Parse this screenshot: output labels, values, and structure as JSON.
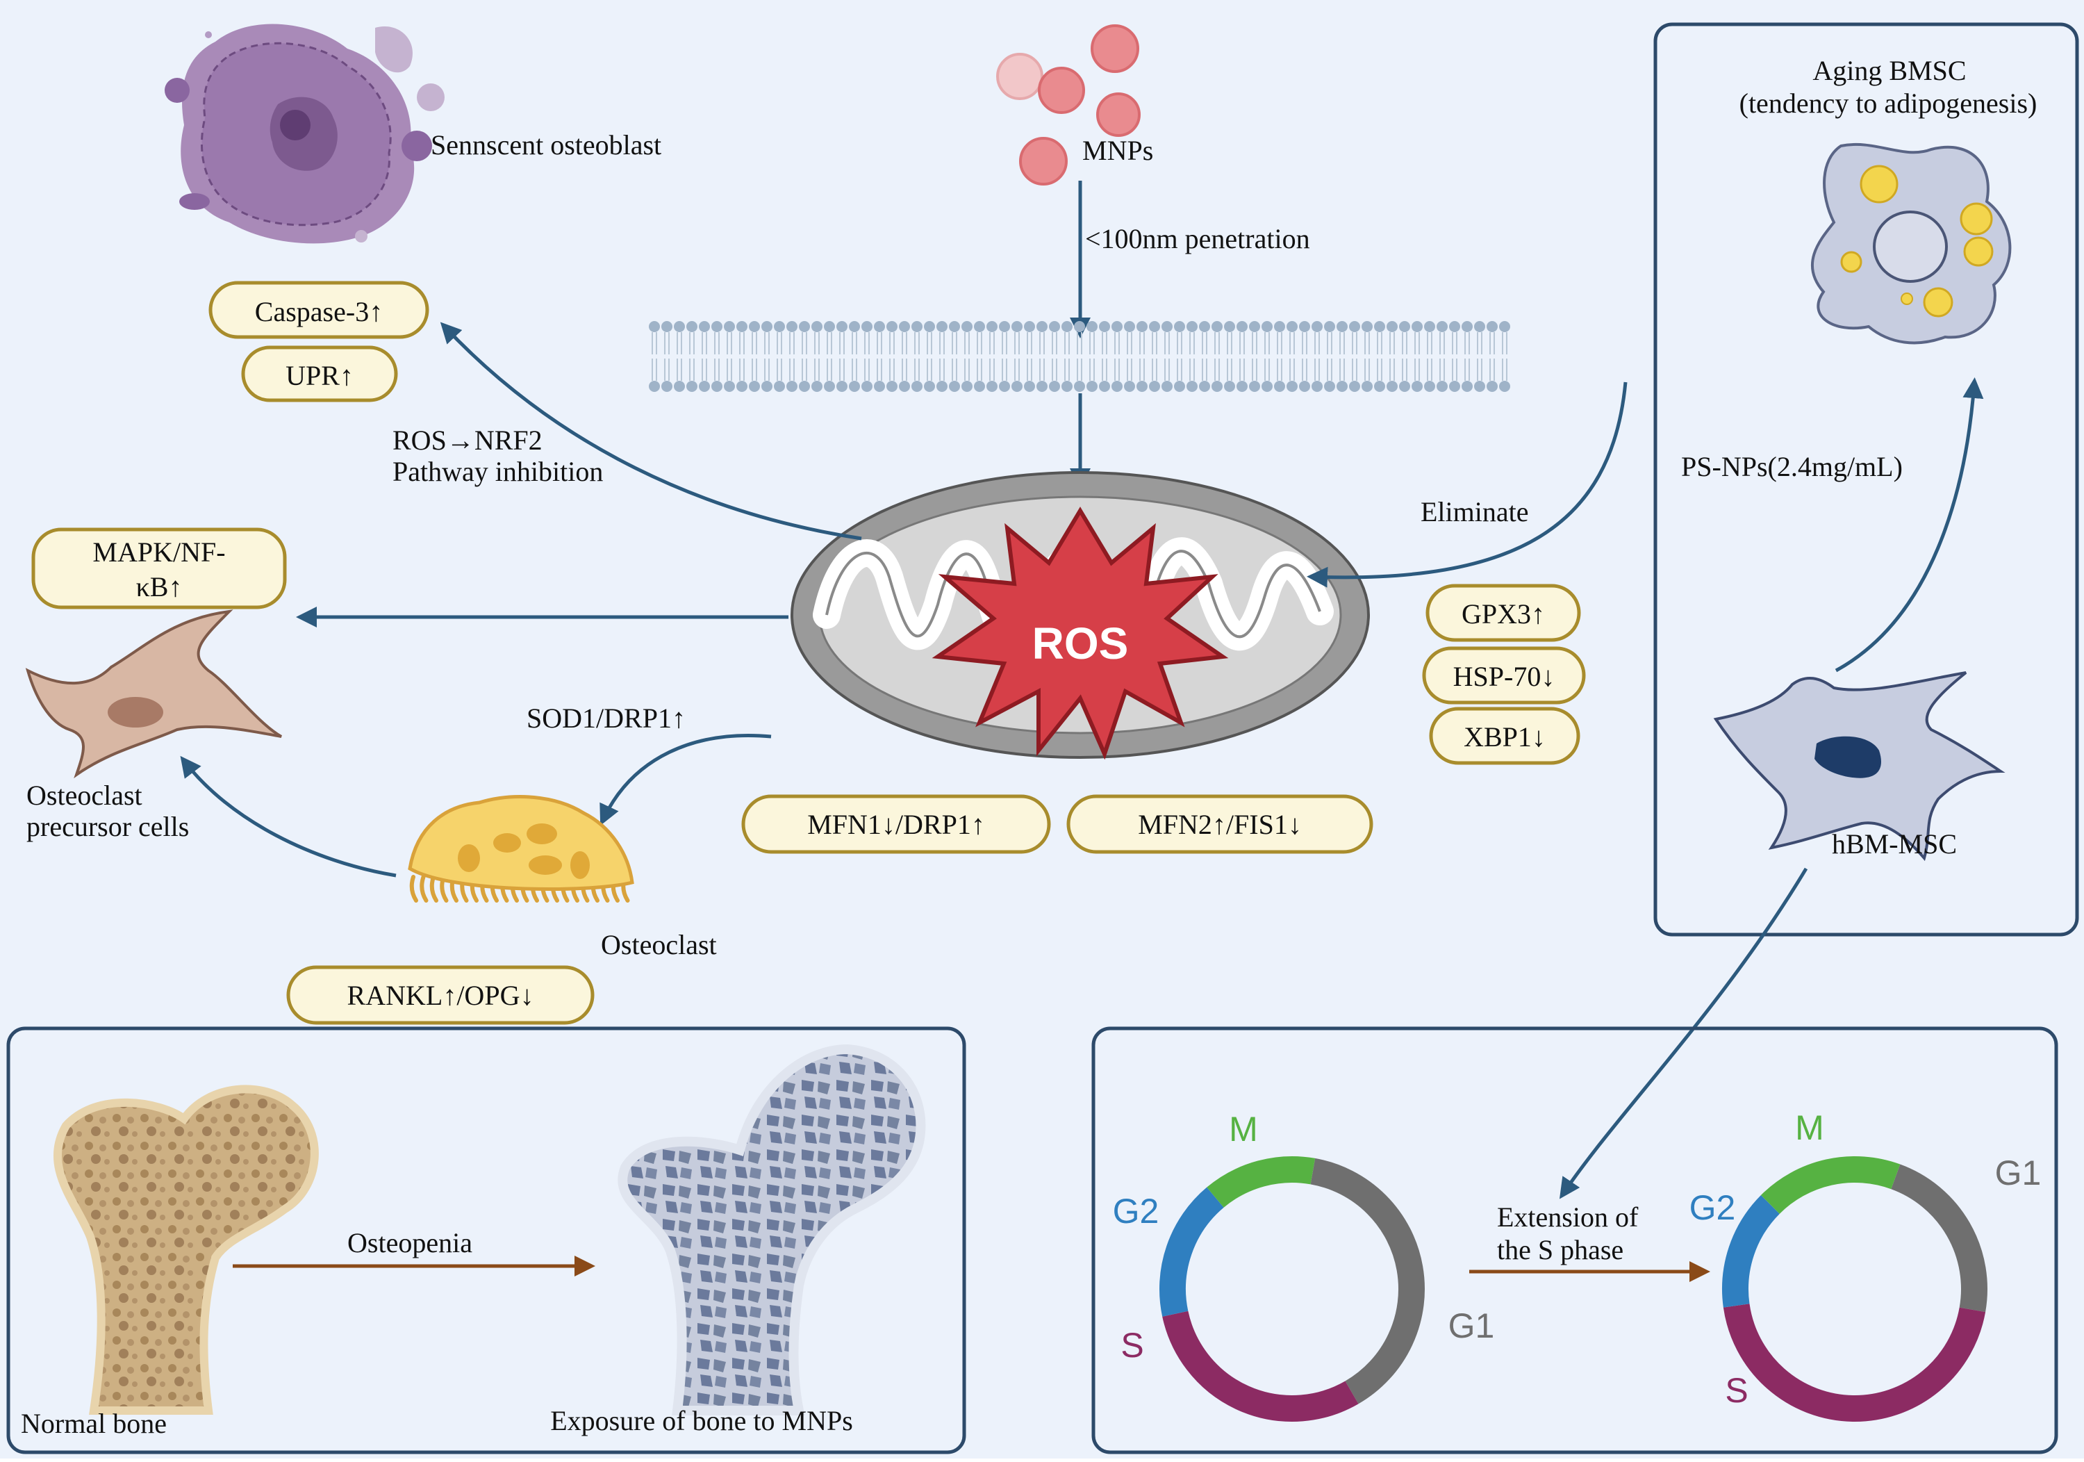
{
  "labels": {
    "senescent_osteoblast": "Sennscent osteoblast",
    "mnps": "MNPs",
    "penetration": "<100nm penetration",
    "ros": "ROS",
    "ros_nrf2": "ROS→NRF2",
    "pathway_inhibition": "Pathway inhibition",
    "eliminate": "Eliminate",
    "osteoclast_precursor_1": "Osteoclast",
    "osteoclast_precursor_2": "precursor cells",
    "osteoclast": "Osteoclast",
    "sod1_drp1": "SOD1/DRP1↑",
    "aging_bmsc_1": "Aging BMSC",
    "aging_bmsc_2": "(tendency to adipogenesis)",
    "ps_nps": "PS-NPs(2.4mg/mL)",
    "hbm_msc": "hBM-MSC",
    "normal_bone": "Normal bone",
    "osteopenia": "Osteopenia",
    "exposure": "Exposure of bone to MNPs",
    "extension_1": "Extension of",
    "extension_2": "the S phase"
  },
  "pills": {
    "caspase3": "Caspase-3↑",
    "upr": "UPR↑",
    "mapk_1": "MAPK/NF-",
    "mapk_2": "κB↑",
    "gpx3": "GPX3↑",
    "hsp70": "HSP-70↓",
    "xbp1": "XBP1↓",
    "mfn1": "MFN1↓/DRP1↑",
    "mfn2": "MFN2↑/FIS1↓",
    "rankl": "RANKL↑/OPG↓"
  },
  "cell_cycle": {
    "left": {
      "g1": "G1",
      "s": "S",
      "g2": "G2",
      "m": "M"
    },
    "right": {
      "g1": "G1",
      "s": "S",
      "g2": "G2",
      "m": "M"
    }
  },
  "colors": {
    "background": "#ecf2fb",
    "arrow": "#2c5a7e",
    "box_border": "#2d4a6a",
    "pill_fill": "#fbf6dc",
    "pill_border": "#a88c2c",
    "brown_arrow": "#8a4a18",
    "phase_g1": "#6f6f6f",
    "phase_s": "#8c2b63",
    "phase_g2": "#2f7fc0",
    "phase_m": "#56b242"
  },
  "icons": [
    "senescent-osteoblast-icon",
    "mnp-particles-icon",
    "cell-membrane-icon",
    "mitochondrion-icon",
    "ros-burst-icon",
    "osteoclast-precursor-icon",
    "osteoclast-icon",
    "aging-bmsc-icon",
    "hbm-msc-icon",
    "normal-bone-icon",
    "osteopenic-bone-icon"
  ]
}
